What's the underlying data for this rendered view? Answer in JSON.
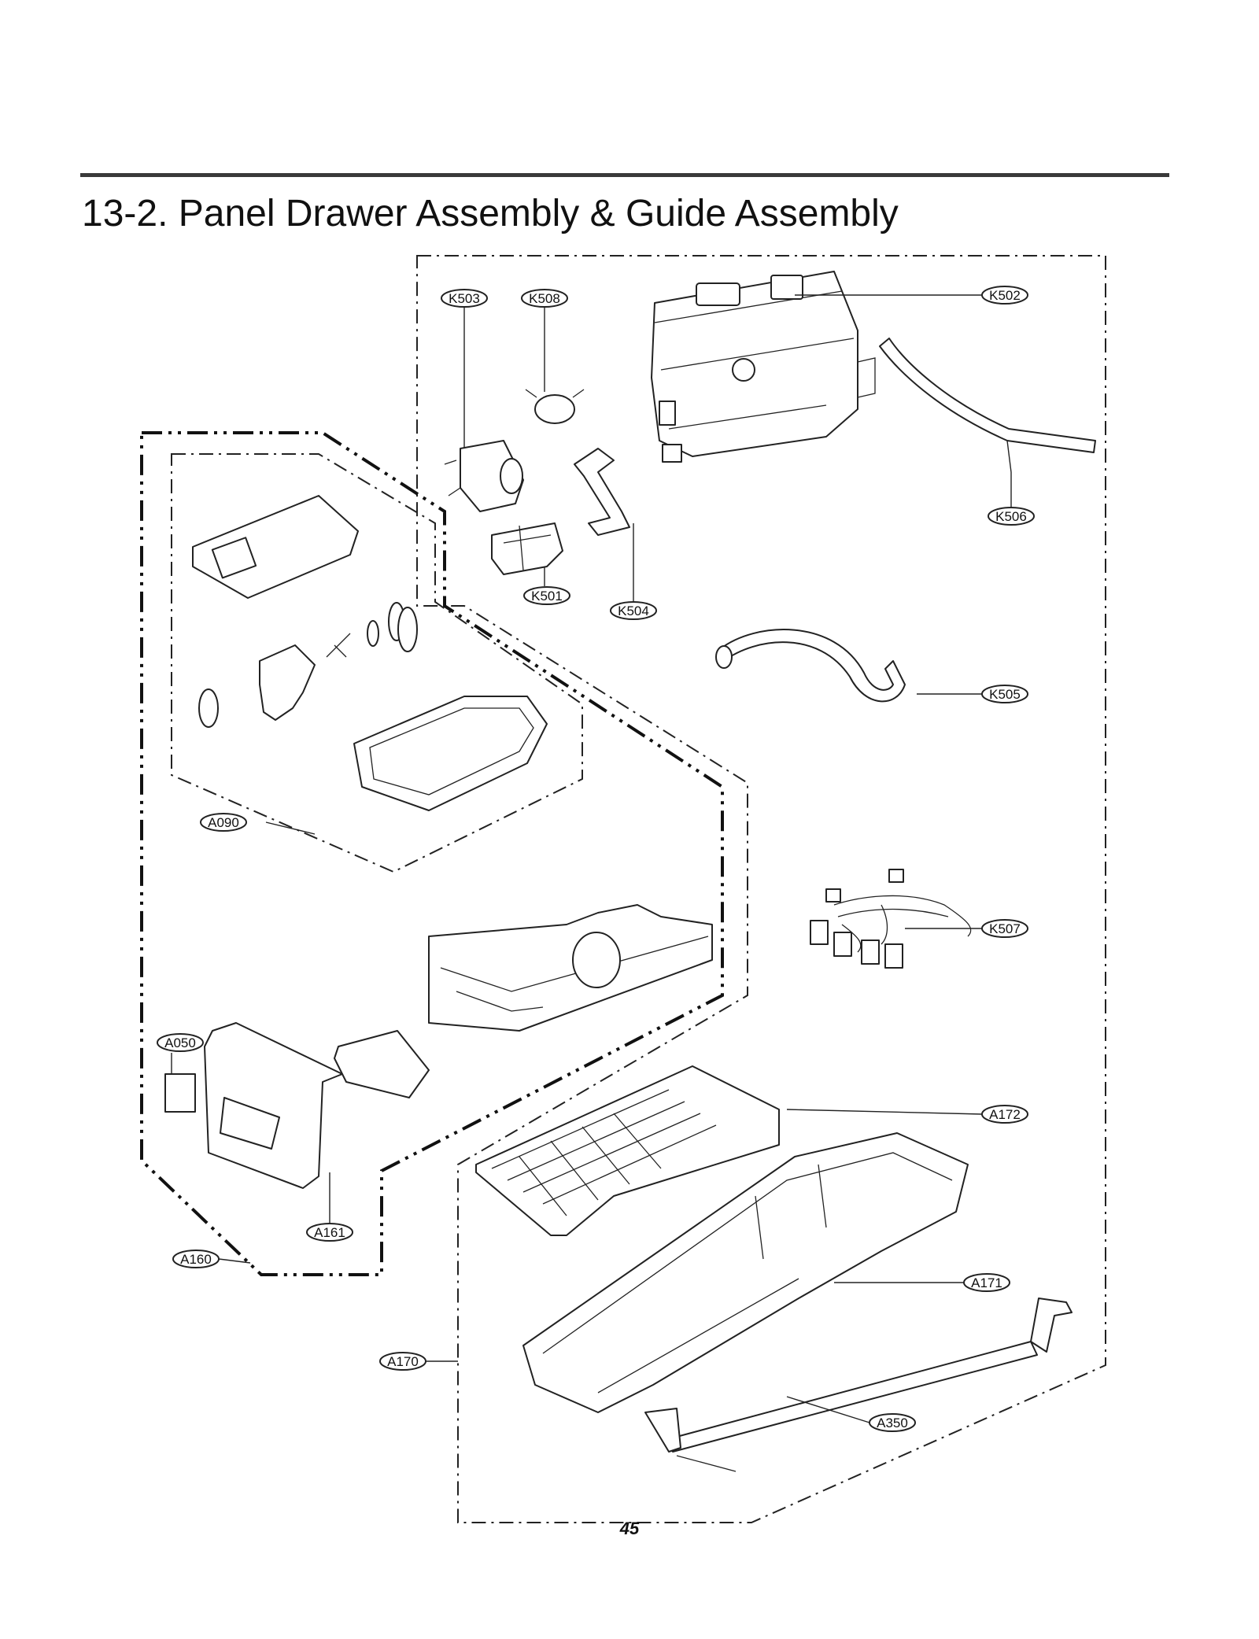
{
  "page": {
    "title": "13-2. Panel Drawer Assembly & Guide Assembly",
    "page_number": "45"
  },
  "callouts": {
    "k503": "K503",
    "k508": "K508",
    "k502": "K502",
    "k506": "K506",
    "k501": "K501",
    "k504": "K504",
    "k505": "K505",
    "k507": "K507",
    "a090": "A090",
    "a050": "A050",
    "a161": "A161",
    "a160": "A160",
    "a172": "A172",
    "a171": "A171",
    "a170": "A170",
    "a350": "A350"
  }
}
